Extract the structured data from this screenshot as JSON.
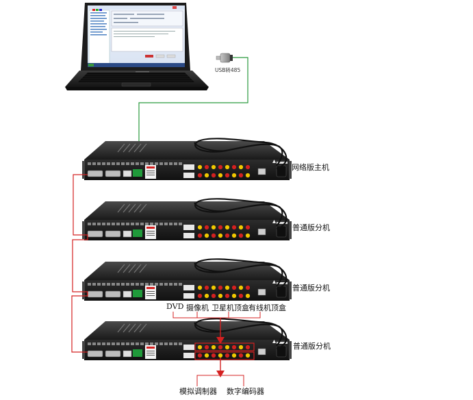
{
  "usb_label": "USB转485",
  "devices": [
    {
      "label": "网络版主机"
    },
    {
      "label": "普通版分机"
    },
    {
      "label": "普通版分机"
    },
    {
      "label": "普通版分机"
    }
  ],
  "inputs": [
    "DVD",
    "摄像机",
    "卫星机顶盒",
    "有线机顶盒"
  ],
  "outputs": [
    "模拟调制器",
    "数字编码器"
  ],
  "colors": {
    "rs485_link": "#d42020",
    "usb_link": "#2a9a3e",
    "arrow": "#d42020",
    "highlight_box": "#d42020",
    "device_body": "#1f1f1f",
    "laptop_body": "#1c1c1c"
  }
}
